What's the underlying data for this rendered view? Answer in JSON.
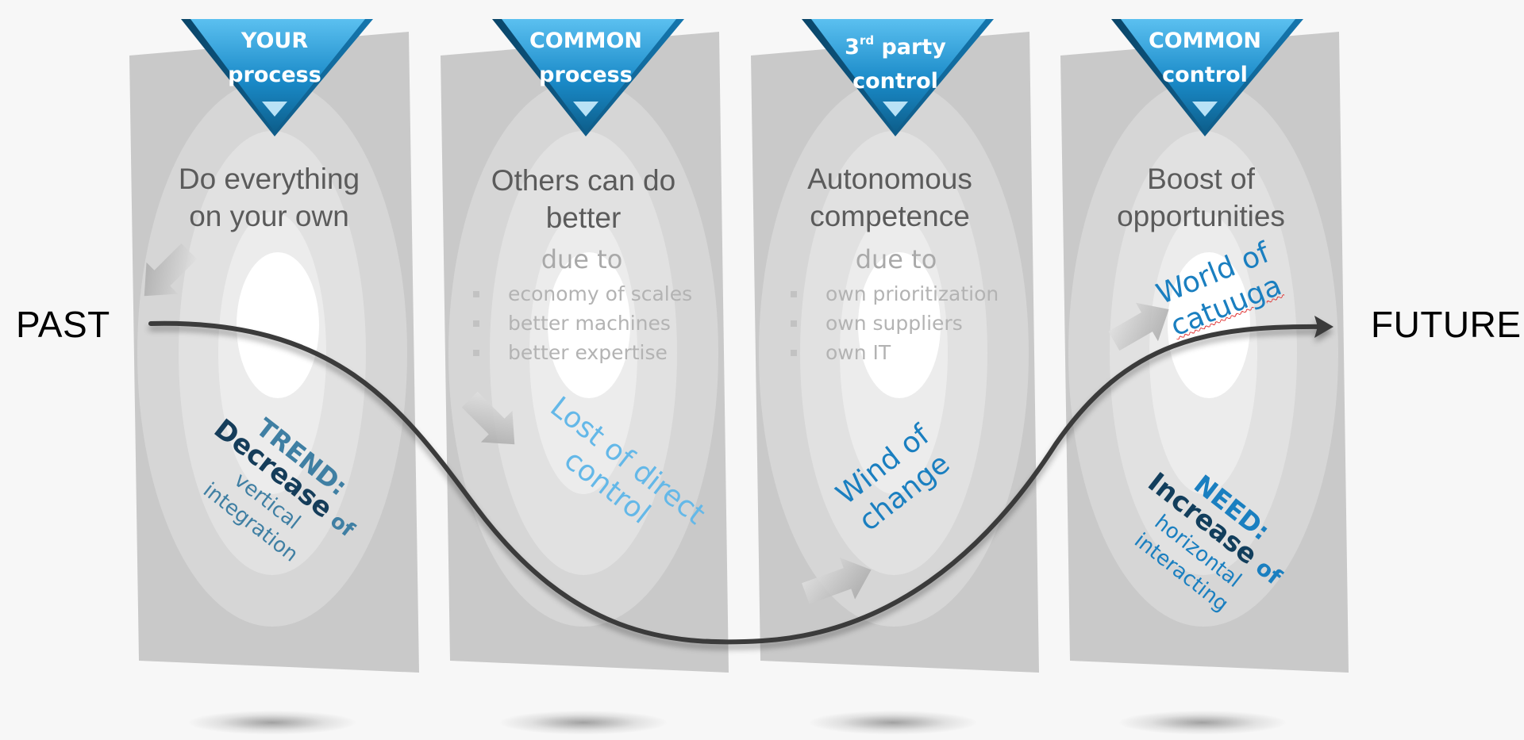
{
  "side_labels": {
    "left": "PAST",
    "right": "FUTURE"
  },
  "colors": {
    "panel": "#c9c9c9",
    "badge_dark": "#0d5f8c",
    "badge_mid": "#1a8ac8",
    "badge_light": "#5bc0f0",
    "trend_text": "#3f7fa3",
    "light_blue_text": "#64b8e8",
    "strong_blue_text": "#1a7fc0",
    "curve": "#3a3a3a"
  },
  "panels": [
    {
      "badge_lines": [
        "YOUR",
        "process"
      ],
      "title_lines": [
        "Do everything",
        "on your own"
      ],
      "callout": {
        "heading": "TREND:",
        "strong": "Decrease",
        "connector": " of",
        "lines": [
          "vertical",
          "integration"
        ]
      }
    },
    {
      "badge_lines": [
        "COMMON",
        "process"
      ],
      "title_lines": [
        "Others can do",
        "better"
      ],
      "due_to": "due to",
      "reasons": [
        "economy of scales",
        "better machines",
        "better expertise"
      ],
      "callout": {
        "lines": [
          "Lost of direct",
          "control"
        ]
      }
    },
    {
      "badge_lines": [
        "3",
        "rd",
        " party",
        "control"
      ],
      "title_lines": [
        "Autonomous",
        "competence"
      ],
      "due_to": "due to",
      "reasons": [
        "own prioritization",
        "own suppliers",
        "own IT"
      ],
      "callout": {
        "lines": [
          "Wind of",
          "change"
        ]
      }
    },
    {
      "badge_lines": [
        "COMMON",
        "control"
      ],
      "title_lines": [
        "Boost of",
        "opportunities"
      ],
      "callout_top": {
        "lines": [
          "World of",
          "catuuga"
        ]
      },
      "callout": {
        "heading": "NEED:",
        "strong": "Increase",
        "connector": " of",
        "lines": [
          "horizontal",
          "interacting"
        ]
      }
    }
  ]
}
